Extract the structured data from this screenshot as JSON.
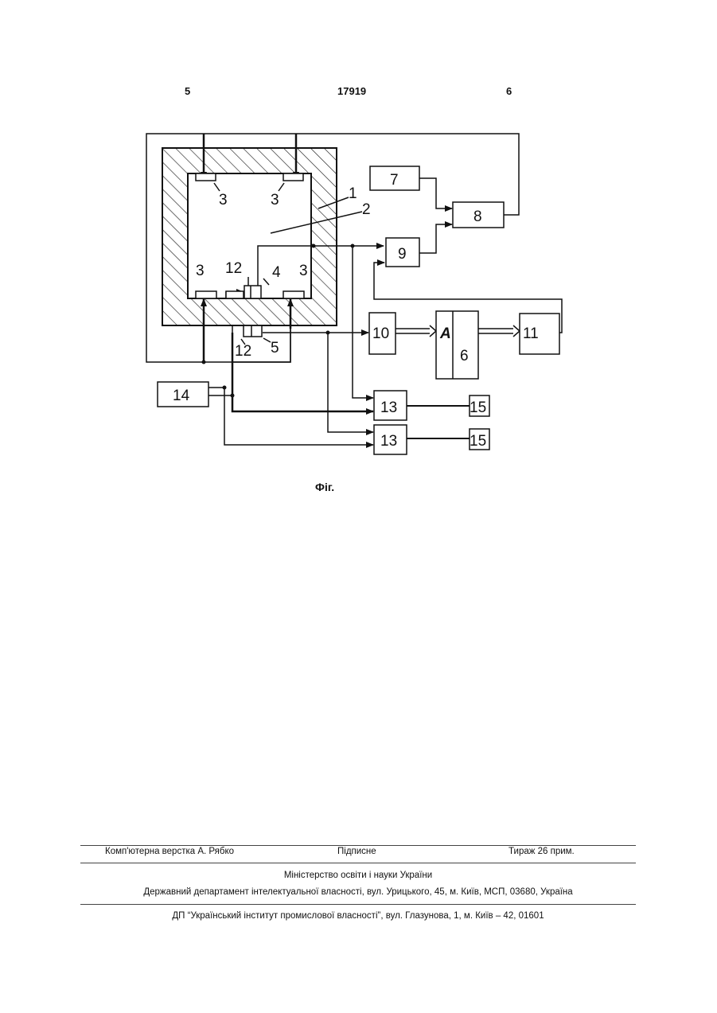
{
  "header": {
    "left_page": "5",
    "patent_number": "17919",
    "right_page": "6"
  },
  "figure": {
    "labels": {
      "b1": "1",
      "b2": "2",
      "b3": "3",
      "b4": "4",
      "b5": "5",
      "b6": "6",
      "b7": "7",
      "b8": "8",
      "b9": "9",
      "b10": "10",
      "b11": "11",
      "b12": "12",
      "b13": "13",
      "b14": "14",
      "b15": "15",
      "a": "A"
    },
    "caption": "Фіг."
  },
  "footer": {
    "typesetter": "Комп'ютерна верстка А. Рябко",
    "signed": "Підписне",
    "circulation": "Тираж 26 прим.",
    "ministry": "Міністерство освіти і науки України",
    "department": "Державний департамент інтелектуальної власності, вул. Урицького, 45, м. Київ, МСП, 03680, Україна",
    "publisher": "ДП “Український інститут промислової власності”, вул. Глазунова, 1, м. Київ – 42, 01601"
  }
}
